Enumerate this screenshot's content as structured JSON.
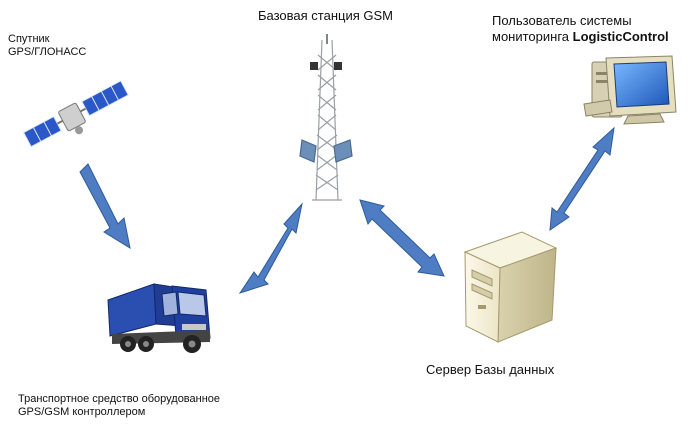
{
  "labels": {
    "satellite_line1": "Спутник",
    "satellite_line2": "GPS/ГЛОНАСС",
    "gsm_station": "Базовая станция GSM",
    "user_line1": "Пользователь системы",
    "user_line2_prefix": "мониторинга ",
    "user_line2_brand": "LogisticControl",
    "server": "Сервер Базы данных",
    "vehicle_line1": "Транспортное средство оборудованное",
    "vehicle_line2": "GPS/GSM контроллером"
  },
  "colors": {
    "arrow": "#4f7dc4",
    "arrow_outline": "#2e5a9a",
    "truck_cab": "#2040a0",
    "truck_body": "#2a4fb0",
    "server_body": "#f3eed6",
    "monitor_screen": "#3a7fd8"
  },
  "icons": [
    "satellite-icon",
    "gsm-tower-icon",
    "computer-icon",
    "server-icon",
    "truck-icon"
  ]
}
